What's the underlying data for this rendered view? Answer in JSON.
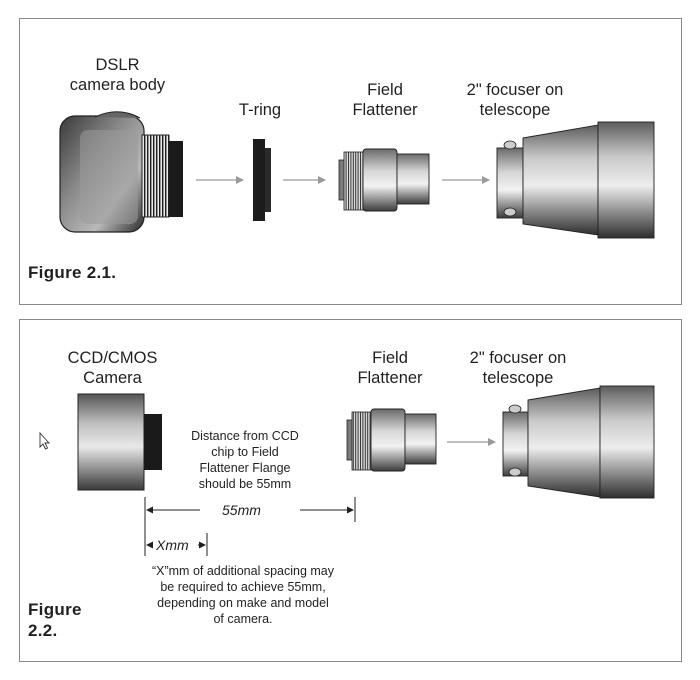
{
  "figure1": {
    "caption": "Figure 2.1.",
    "labels": {
      "camera": "DSLR\ncamera body",
      "t_ring": "T-ring",
      "flattener": "Field\nFlattener",
      "focuser": "2\" focuser on\ntelescope"
    }
  },
  "figure2": {
    "caption": "Figure\n2.2.",
    "labels": {
      "camera": "CCD/CMOS\nCamera",
      "flattener": "Field\nFlattener",
      "focuser": "2\" focuser on\ntelescope"
    },
    "distance_note": "Distance from CCD\nchip to Field\nFlattener Flange\nshould be 55mm",
    "dimension_55": "55mm",
    "dimension_x": "Xmm",
    "spacing_note": "“X”mm of additional spacing may\nbe required to achieve 55mm,\ndepending on make and model\nof camera."
  },
  "icons": [
    "arrow-right",
    "mouse-cursor"
  ]
}
